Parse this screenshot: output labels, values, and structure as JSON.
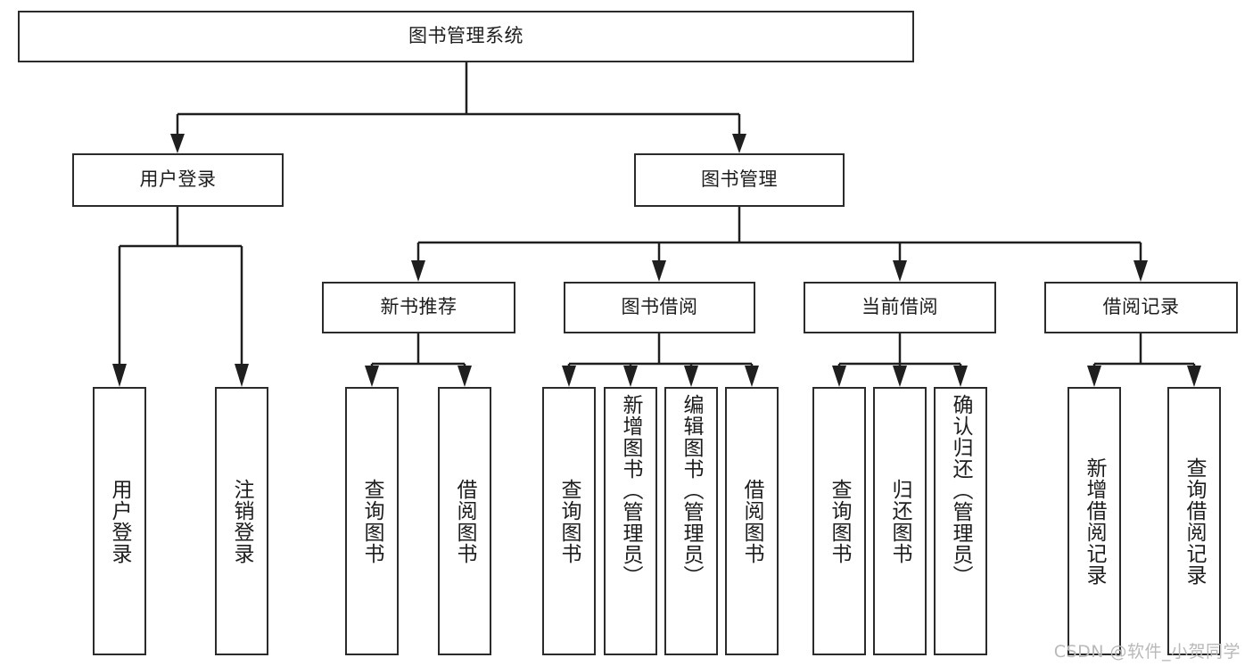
{
  "diagram": {
    "title": "图书管理系统",
    "root": {
      "label": "图书管理系统"
    },
    "level2": [
      {
        "label": "用户登录"
      },
      {
        "label": "图书管理"
      }
    ],
    "level3": [
      {
        "label": "新书推荐"
      },
      {
        "label": "图书借阅"
      },
      {
        "label": "当前借阅"
      },
      {
        "label": "借阅记录"
      }
    ],
    "leaves": {
      "user_login": [
        {
          "label": "用户登录"
        },
        {
          "label": "注销登录"
        }
      ],
      "new_book_recommend": [
        {
          "label": "查询图书"
        },
        {
          "label": "借阅图书"
        }
      ],
      "book_borrow": [
        {
          "label": "查询图书"
        },
        {
          "label": "新增图书（管理员）"
        },
        {
          "label": "编辑图书（管理员）"
        },
        {
          "label": "借阅图书"
        }
      ],
      "current_borrow": [
        {
          "label": "查询图书"
        },
        {
          "label": "归还图书"
        },
        {
          "label": "确认归还（管理员）"
        }
      ],
      "borrow_record": [
        {
          "label": "新增借阅记录"
        },
        {
          "label": "查询借阅记录"
        }
      ]
    }
  },
  "watermark": {
    "text": "CSDN @软件_小贺同学"
  },
  "colors": {
    "stroke": "#1f1f1f",
    "box_border": "#2b2b2b",
    "background": "#ffffff",
    "text": "#1d1d1d",
    "watermark": "#b9b9b9"
  }
}
